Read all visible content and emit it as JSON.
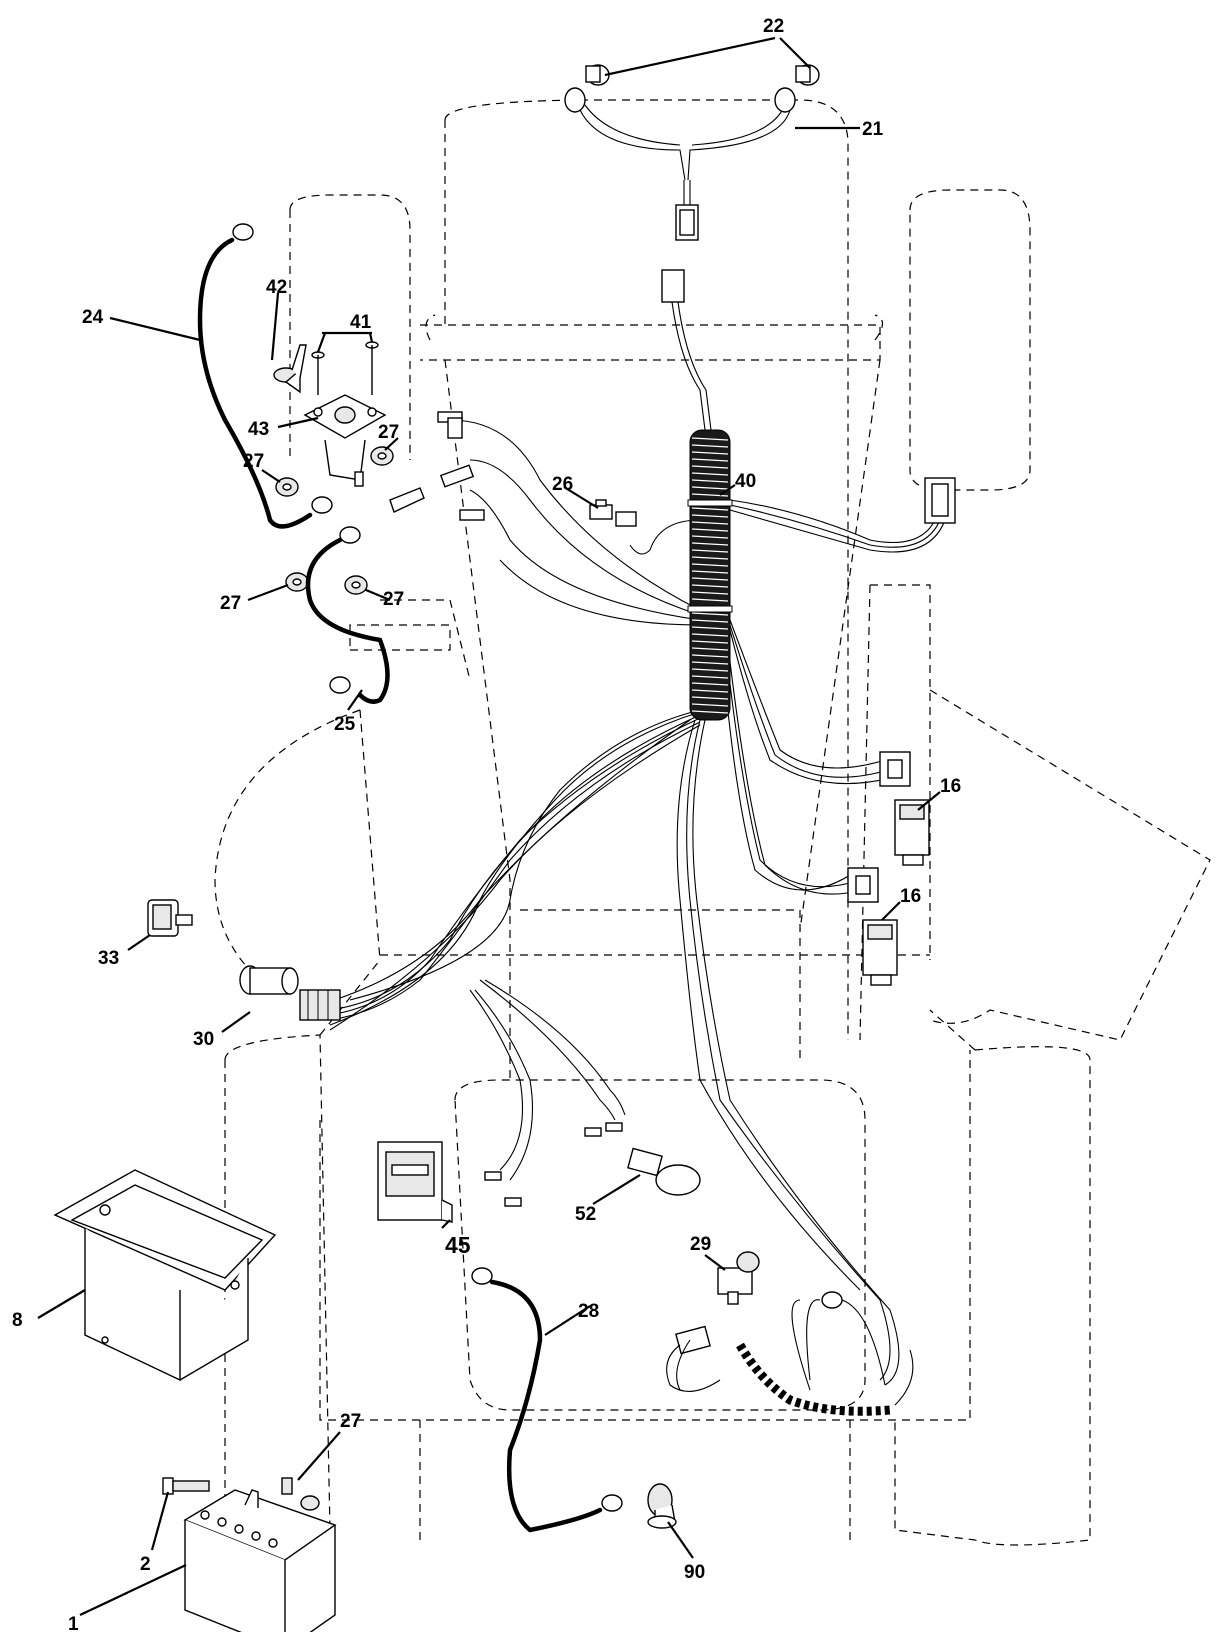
{
  "callouts": [
    {
      "id": "c22",
      "text": "22"
    },
    {
      "id": "c21",
      "text": "21"
    },
    {
      "id": "c42",
      "text": "42"
    },
    {
      "id": "c41",
      "text": "41"
    },
    {
      "id": "c24",
      "text": "24"
    },
    {
      "id": "c43",
      "text": "43"
    },
    {
      "id": "c27a",
      "text": "27"
    },
    {
      "id": "c27b",
      "text": "27"
    },
    {
      "id": "c27c",
      "text": "27"
    },
    {
      "id": "c27d",
      "text": "27"
    },
    {
      "id": "c26",
      "text": "26"
    },
    {
      "id": "c40",
      "text": "40"
    },
    {
      "id": "c25",
      "text": "25"
    },
    {
      "id": "c16a",
      "text": "16"
    },
    {
      "id": "c16b",
      "text": "16"
    },
    {
      "id": "c33",
      "text": "33"
    },
    {
      "id": "c30",
      "text": "30"
    },
    {
      "id": "c52",
      "text": "52"
    },
    {
      "id": "c45",
      "text": "45"
    },
    {
      "id": "c29",
      "text": "29"
    },
    {
      "id": "c28",
      "text": "28"
    },
    {
      "id": "c8",
      "text": "8"
    },
    {
      "id": "c27e",
      "text": "27"
    },
    {
      "id": "c2",
      "text": "2"
    },
    {
      "id": "c90",
      "text": "90"
    },
    {
      "id": "c1",
      "text": "1"
    }
  ]
}
